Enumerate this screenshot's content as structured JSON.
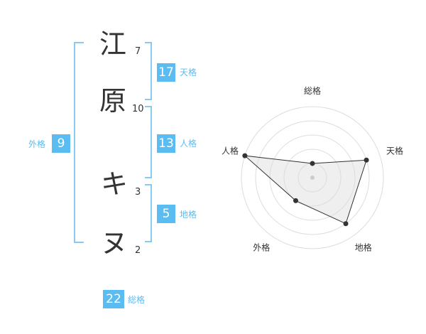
{
  "name_chars": [
    {
      "char": "江",
      "strokes": "7"
    },
    {
      "char": "原",
      "strokes": "10"
    },
    {
      "char": "キ",
      "strokes": "3"
    },
    {
      "char": "ヌ",
      "strokes": "2"
    }
  ],
  "fortunes": {
    "tenkaku": {
      "value": "17",
      "label": "天格"
    },
    "jinkaku": {
      "value": "13",
      "label": "人格"
    },
    "chikaku": {
      "value": "5",
      "label": "地格"
    },
    "gaikaku": {
      "value": "9",
      "label": "外格"
    },
    "soukaku": {
      "value": "22",
      "label": "総格"
    }
  },
  "colors": {
    "accent": "#5bbcf2",
    "bracket": "#88cbf2",
    "text": "#333333"
  },
  "chart_data": {
    "type": "radar",
    "axes": [
      "総格",
      "天格",
      "地格",
      "外格",
      "人格"
    ],
    "max": 5,
    "rings": 5,
    "values": [
      1,
      4,
      4,
      2,
      5
    ]
  }
}
